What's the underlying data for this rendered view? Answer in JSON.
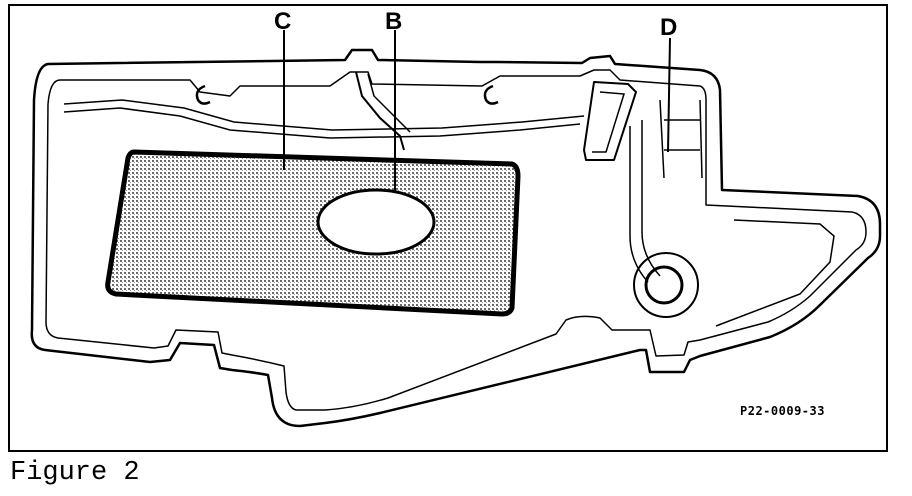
{
  "callouts": {
    "c": "C",
    "b": "B",
    "d": "D"
  },
  "figure_code": "P22-0009-33",
  "caption": "Figure 2",
  "colors": {
    "ink": "#000000",
    "paper": "#ffffff",
    "screen_fill": "#b5b5b5"
  }
}
